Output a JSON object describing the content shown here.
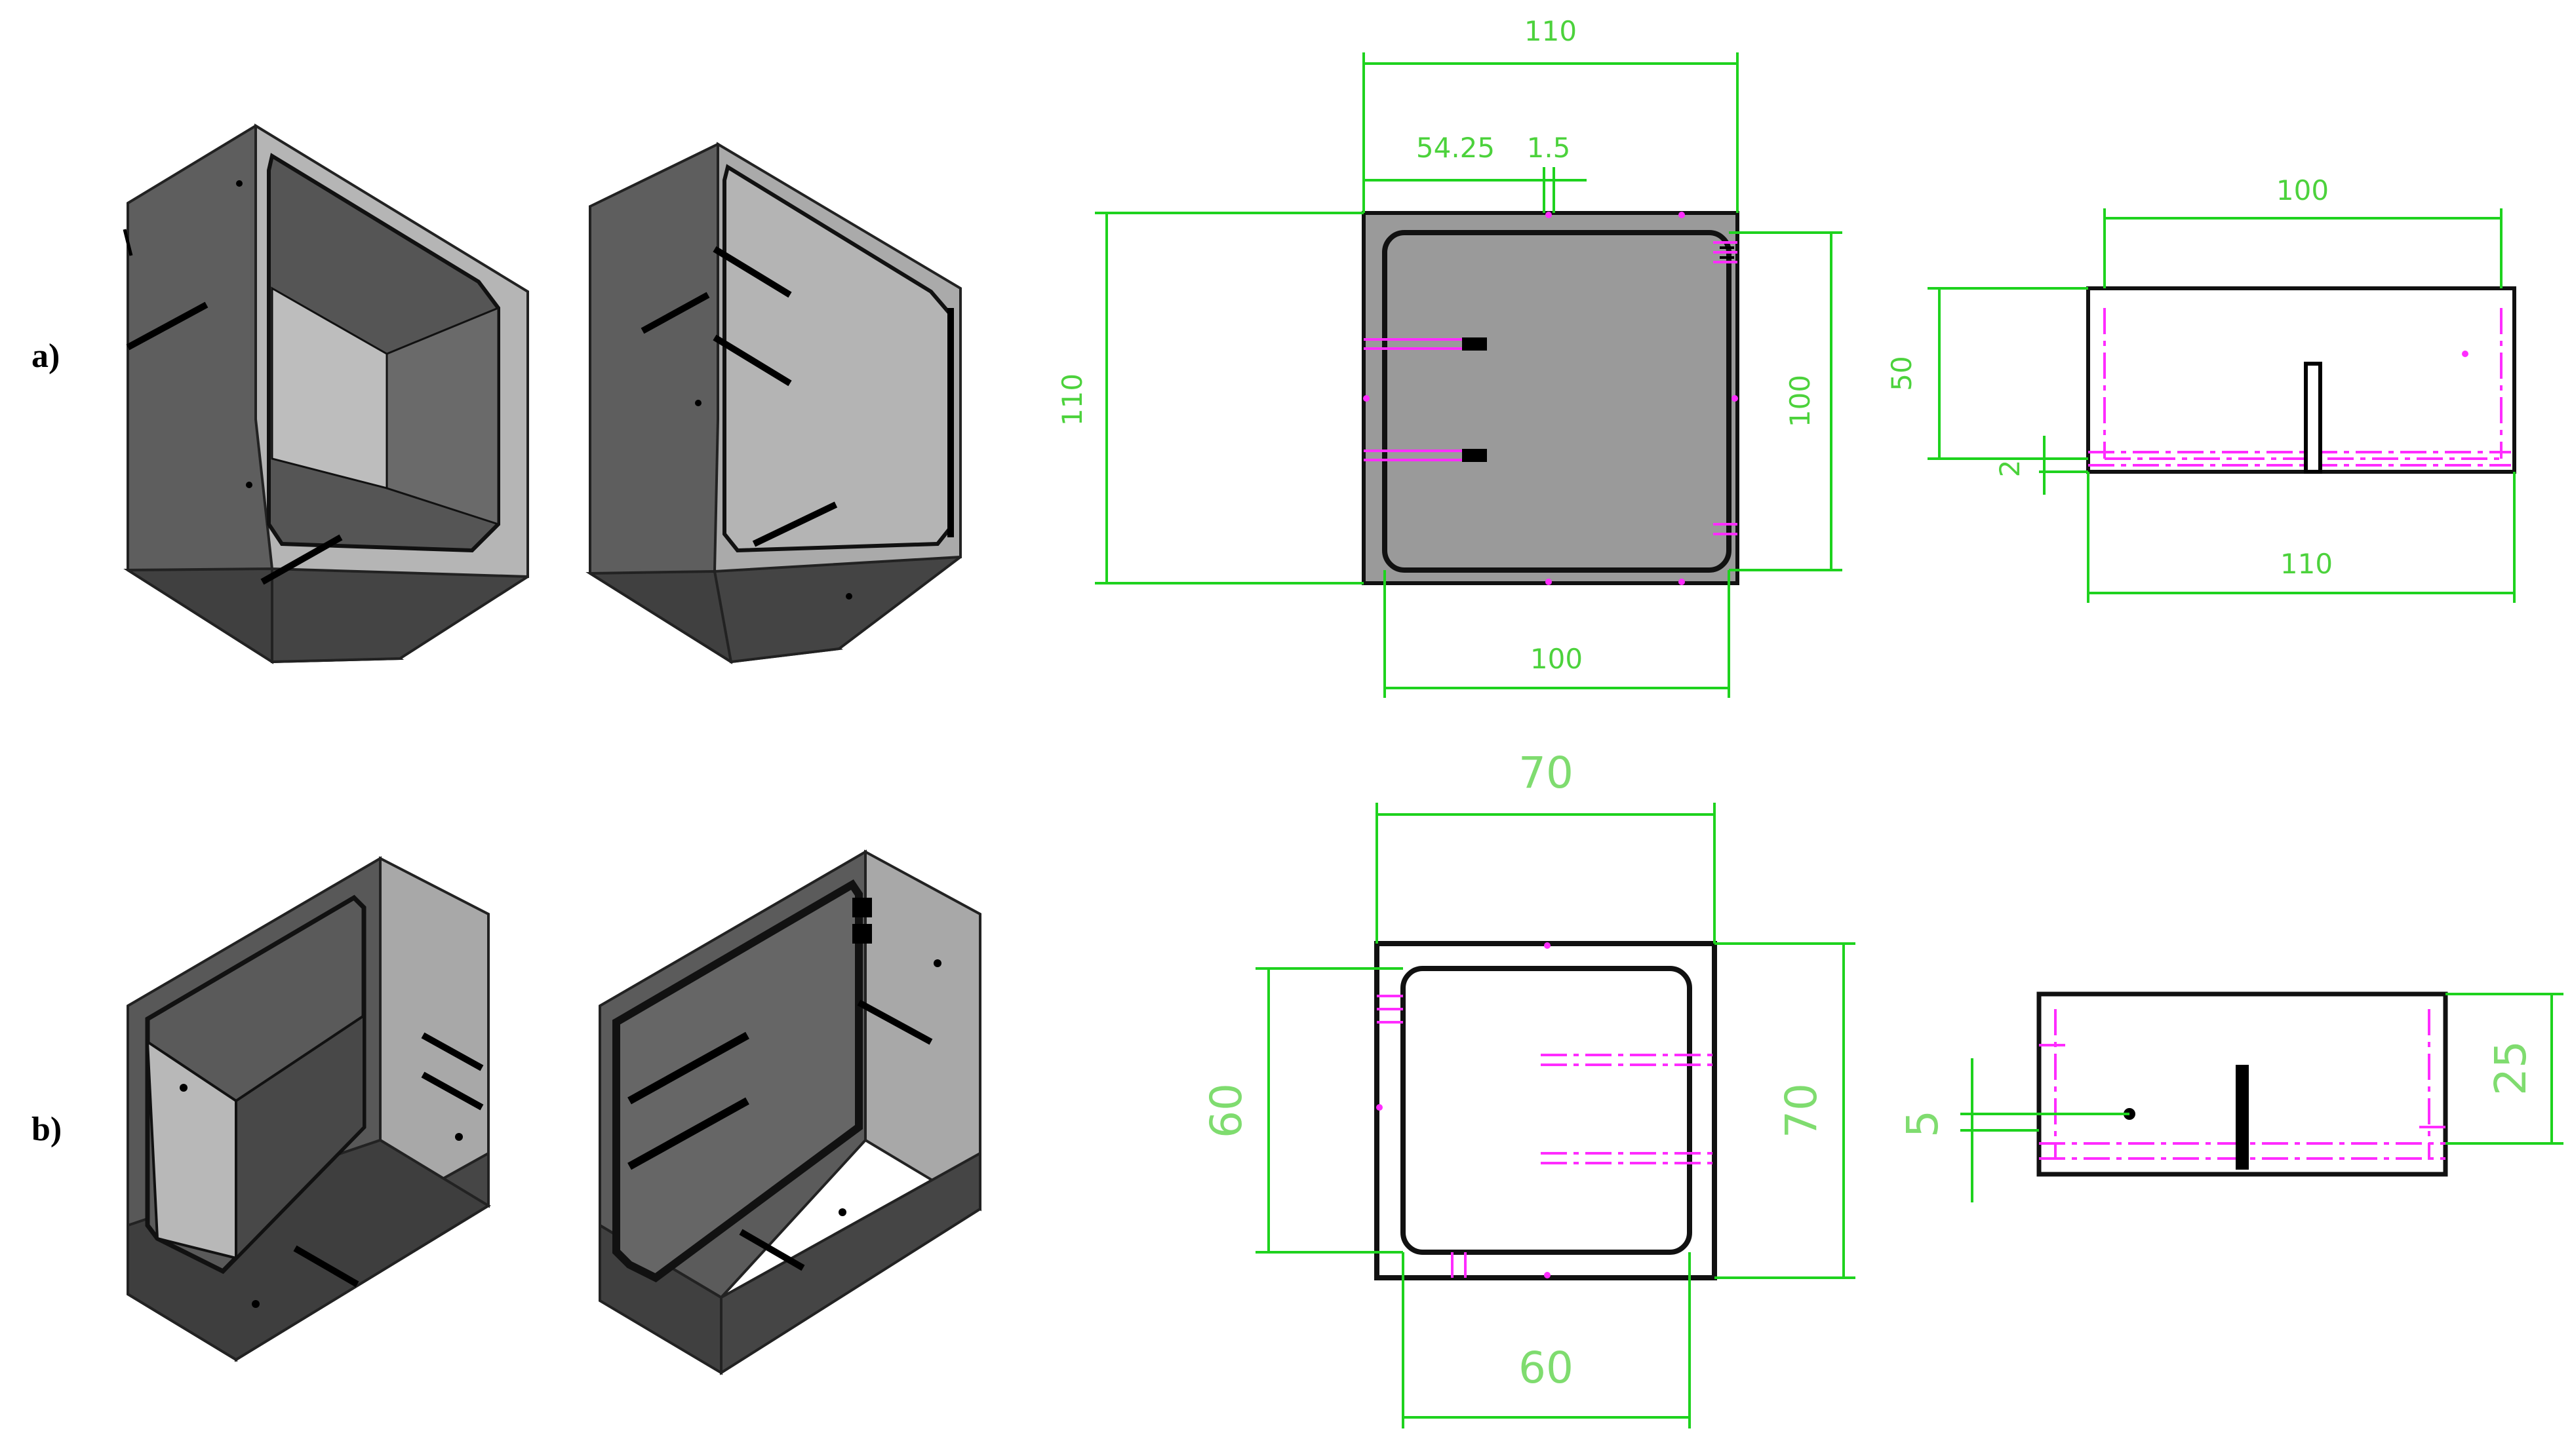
{
  "labels": {
    "row_a": "a)",
    "row_b": "b)"
  },
  "row_a": {
    "front_view": {
      "overall_width": "110",
      "offset": "54.25",
      "slot_width": "1.5",
      "overall_height": "110",
      "inner_height": "100",
      "inner_width": "100"
    },
    "side_view": {
      "inner_length": "100",
      "height": "50",
      "base_thickness": "2",
      "overall_length": "110"
    }
  },
  "row_b": {
    "front_view": {
      "overall_width": "70",
      "inner_height": "60",
      "overall_height": "70",
      "inner_width": "60"
    },
    "side_view": {
      "hole_height": "5",
      "height": "25"
    }
  },
  "colors": {
    "dimension": "#1ed21e",
    "dimension_text": "#4cd23c",
    "hidden_lines": "#ff2cff",
    "fill_gray": "#9a9a9a",
    "outline": "#000000"
  }
}
